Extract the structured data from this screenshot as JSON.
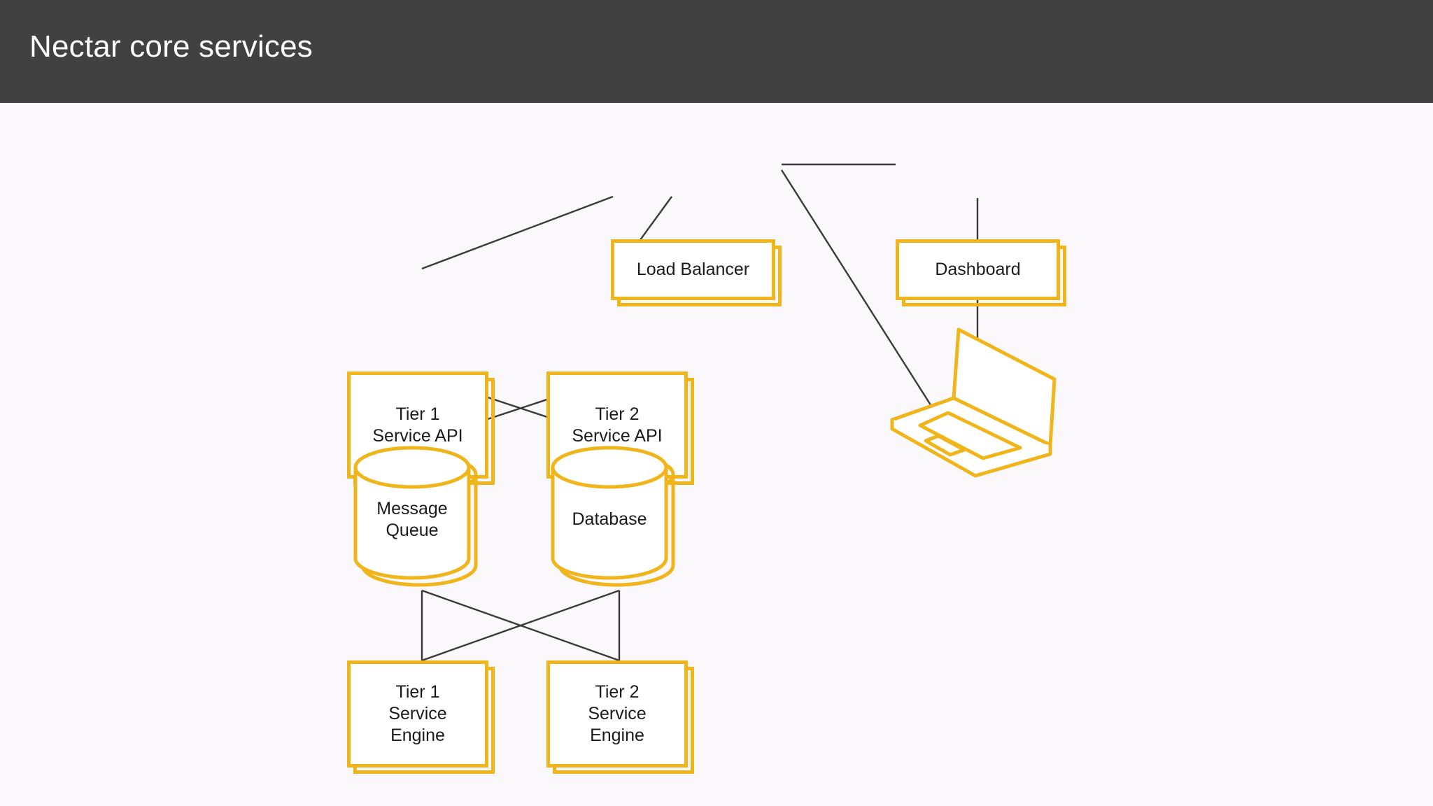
{
  "header": {
    "title": "Nectar core services",
    "background_color": "#414141",
    "text_color": "#ffffff"
  },
  "canvas": {
    "background_color": "#faf8fb",
    "node_border_color": "#f0b51a",
    "node_fill_color": "#ffffff",
    "edge_color": "#3a3a3a",
    "label_color": "#1b1b1b"
  },
  "diagram": {
    "type": "architecture-diagram",
    "nodes": [
      {
        "id": "load-balancer",
        "label": "Load Balancer",
        "shape": "stacked-box",
        "icon": "box-stack-icon"
      },
      {
        "id": "dashboard",
        "label": "Dashboard",
        "shape": "stacked-box",
        "icon": "box-stack-icon"
      },
      {
        "id": "tier1-service-api",
        "label": "Tier 1\nService API",
        "shape": "stacked-box",
        "icon": "box-stack-icon"
      },
      {
        "id": "tier2-service-api",
        "label": "Tier 2\nService API",
        "shape": "stacked-box",
        "icon": "box-stack-icon"
      },
      {
        "id": "message-queue",
        "label": "Message\nQueue",
        "shape": "stacked-cylinder",
        "icon": "cylinder-icon"
      },
      {
        "id": "database",
        "label": "Database",
        "shape": "stacked-cylinder",
        "icon": "cylinder-icon"
      },
      {
        "id": "tier1-service-engine",
        "label": "Tier 1\nService\nEngine",
        "shape": "stacked-box",
        "icon": "box-stack-icon"
      },
      {
        "id": "tier2-service-engine",
        "label": "Tier 2\nService\nEngine",
        "shape": "stacked-box",
        "icon": "box-stack-icon"
      },
      {
        "id": "client-laptop",
        "label": "",
        "shape": "laptop",
        "icon": "laptop-icon"
      }
    ],
    "edges": [
      {
        "from": "load-balancer",
        "to": "dashboard"
      },
      {
        "from": "load-balancer",
        "to": "tier1-service-api"
      },
      {
        "from": "load-balancer",
        "to": "tier2-service-api"
      },
      {
        "from": "load-balancer",
        "to": "client-laptop"
      },
      {
        "from": "dashboard",
        "to": "client-laptop"
      },
      {
        "from": "tier1-service-api",
        "to": "message-queue"
      },
      {
        "from": "tier1-service-api",
        "to": "database"
      },
      {
        "from": "tier2-service-api",
        "to": "message-queue"
      },
      {
        "from": "tier2-service-api",
        "to": "database"
      },
      {
        "from": "message-queue",
        "to": "tier1-service-engine"
      },
      {
        "from": "message-queue",
        "to": "tier2-service-engine"
      },
      {
        "from": "database",
        "to": "tier1-service-engine"
      },
      {
        "from": "database",
        "to": "tier2-service-engine"
      }
    ]
  }
}
